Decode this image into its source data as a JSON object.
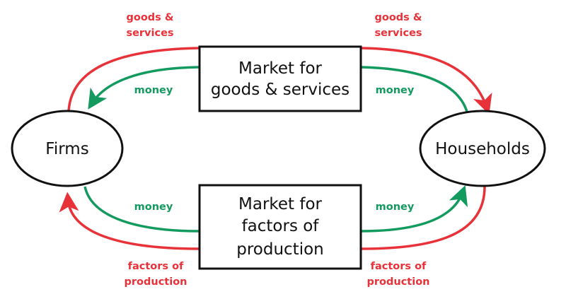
{
  "nodes": {
    "firms": "Firms",
    "households": "Households",
    "goods_market": [
      "Market for",
      "goods & services"
    ],
    "factor_market": [
      "Market for",
      "factors of",
      "production"
    ]
  },
  "flows": {
    "goods_left": [
      "goods &",
      "services"
    ],
    "goods_right": [
      "goods &",
      "services"
    ],
    "money_top_left": "money",
    "money_top_right": "money",
    "money_bottom_left": "money",
    "money_bottom_right": "money",
    "factors_left": [
      "factors of",
      "production"
    ],
    "factors_right": [
      "factors of",
      "production"
    ]
  },
  "colors": {
    "goods_flow": "#e8323a",
    "money_flow": "#139a5e"
  }
}
